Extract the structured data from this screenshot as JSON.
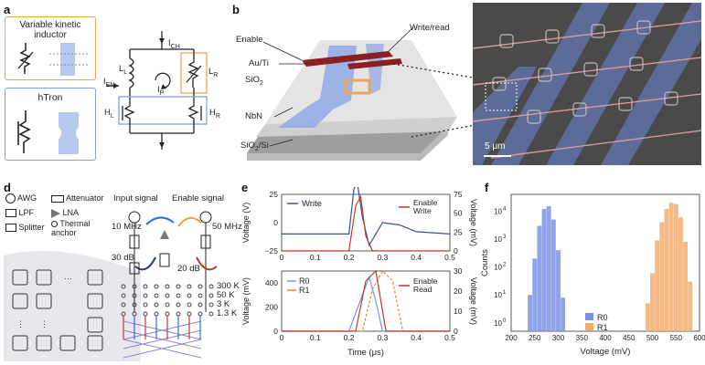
{
  "panels": {
    "a": {
      "letter": "a",
      "kinetic_inductor_title": "Variable kinetic inductor",
      "htron_title": "hTron",
      "labels": {
        "ich": "I",
        "ich_sub": "CH",
        "ien": "I",
        "ien_sub": "EN",
        "ll": "L",
        "ll_sub": "L",
        "lr": "L",
        "lr_sub": "R",
        "hl": "H",
        "hl_sub": "L",
        "hr": "H",
        "hr_sub": "R",
        "ip": "I",
        "ip_sub": "P"
      }
    },
    "b": {
      "letter": "b",
      "labels": {
        "enable": "Enable",
        "write_read": "Write/read",
        "au_ti": "Au/Ti",
        "sio2": "SiO",
        "sio2_sub": "2",
        "nbn": "NbN",
        "substrate": "SiO",
        "substrate_sub": "2",
        "substrate_tail": "/Si"
      }
    },
    "c": {
      "letter": "c",
      "scale_bar": "5 μm"
    },
    "d": {
      "letter": "d",
      "legend": {
        "awg": "AWG",
        "attenuator": "Attenuator",
        "lpf": "LPF",
        "lna": "LNA",
        "splitter": "Splitter",
        "thermal_anchor": "Thermal anchor"
      },
      "input_signal": "Input signal",
      "enable_signal": "Enable signal",
      "freq_left": "10 MHz",
      "freq_right": "50 MHz",
      "att_30": "30 dB",
      "att_20": "20 dB",
      "stages": [
        "300 K",
        "50 K",
        "3 K",
        "1.3 K"
      ]
    },
    "e": {
      "letter": "e",
      "top": {
        "ylabel_left": "Voltage (V)",
        "ylabel_right": "Voltage (mV)",
        "legend_write": "Write",
        "legend_enable": "Enable",
        "legend_write2": "Write",
        "yticks_left": [
          "25",
          "0",
          "−25"
        ],
        "yticks_right": [
          "75",
          "50",
          "25",
          "0"
        ]
      },
      "bottom": {
        "ylabel_left": "Voltage (mV)",
        "ylabel_right": "Voltage (mV)",
        "legend_r0": "R0",
        "legend_r1": "R1",
        "legend_enable": "Enable",
        "legend_read": "Read",
        "yticks_left": [
          "400",
          "200",
          "0"
        ],
        "yticks_right": [
          "30",
          "20",
          "10",
          "0"
        ]
      },
      "xticks": [
        "0",
        "0.1",
        "0.2",
        "0.3",
        "0.4",
        "0.5"
      ],
      "xlabel": "Time (μs)"
    },
    "f": {
      "letter": "f",
      "ylabel": "Counts",
      "xlabel": "Voltage (mV)",
      "xticks": [
        "200",
        "250",
        "300",
        "350",
        "400",
        "450",
        "500",
        "550",
        "600"
      ],
      "yticks": [
        "10",
        "10",
        "10",
        "10",
        "10"
      ],
      "ytick_exps": [
        "4",
        "3",
        "2",
        "1",
        "0"
      ],
      "legend": [
        "R0",
        "R1"
      ]
    }
  },
  "colors": {
    "blue": "#7b93e6",
    "orange": "#f2ad6e",
    "dark_red": "#8a2020",
    "write_blue": "#3a4f8a",
    "enable_red": "#c0392b",
    "orange_line": "#e08a2c"
  },
  "chart_data": [
    {
      "type": "line",
      "panel": "e-top",
      "x_unit": "μs",
      "xlim": [
        0,
        0.5
      ],
      "series": [
        {
          "name": "Write",
          "axis": "left (V)",
          "x": [
            0,
            0.1,
            0.2,
            0.215,
            0.225,
            0.24,
            0.26,
            0.28,
            0.3,
            0.35,
            0.4,
            0.5
          ],
          "y": [
            -10,
            -10,
            -10,
            30,
            35,
            5,
            -20,
            -10,
            0,
            -2,
            -8,
            -10
          ]
        },
        {
          "name": "Enable",
          "axis": "right (mV)",
          "x": [
            0,
            0.1,
            0.2,
            0.22,
            0.235,
            0.25,
            0.27,
            0.3,
            0.5
          ],
          "y": [
            0,
            0,
            0,
            60,
            72,
            20,
            0,
            0,
            0
          ]
        }
      ],
      "ylim_left": [
        -25,
        25
      ],
      "ylim_right": [
        0,
        75
      ]
    },
    {
      "type": "line",
      "panel": "e-bottom",
      "x_unit": "μs",
      "xlim": [
        0,
        0.5
      ],
      "series": [
        {
          "name": "R0",
          "axis": "left (mV)",
          "x": [
            0,
            0.2,
            0.24,
            0.26,
            0.28,
            0.3,
            0.5
          ],
          "y": [
            0,
            0,
            300,
            450,
            250,
            0,
            0
          ]
        },
        {
          "name": "R1",
          "axis": "left (mV)",
          "x": [
            0,
            0.24,
            0.27,
            0.3,
            0.33,
            0.36,
            0.5
          ],
          "y": [
            0,
            0,
            350,
            500,
            420,
            0,
            0
          ]
        },
        {
          "name": "Enable",
          "axis": "right (mV)",
          "x": [
            0,
            0.22,
            0.25,
            0.28,
            0.31,
            0.5
          ],
          "y": [
            0,
            0,
            25,
            30,
            0,
            0
          ]
        }
      ],
      "ylim_left": [
        0,
        500
      ],
      "ylim_right": [
        0,
        30
      ]
    },
    {
      "type": "bar",
      "panel": "f",
      "subtype": "histogram",
      "x_unit": "mV",
      "xlim": [
        200,
        600
      ],
      "y_scale": "log",
      "series": [
        {
          "name": "R0",
          "x": [
            240,
            250,
            260,
            270,
            280,
            290,
            300,
            310
          ],
          "counts": [
            10,
            200,
            3000,
            12000,
            15000,
            5000,
            400,
            8
          ]
        },
        {
          "name": "R1",
          "x": [
            490,
            500,
            510,
            520,
            530,
            540,
            550,
            560,
            570,
            580
          ],
          "counts": [
            5,
            60,
            900,
            4000,
            12000,
            20000,
            18000,
            6000,
            800,
            30
          ]
        }
      ]
    }
  ]
}
